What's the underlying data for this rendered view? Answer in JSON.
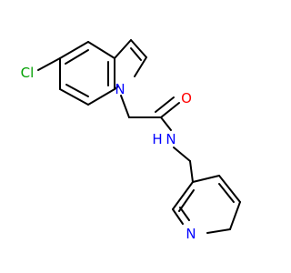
{
  "molecule": {
    "atoms": [
      {
        "id": "cl",
        "symbol": "Cl",
        "color": "#00a000"
      },
      {
        "id": "n_indole",
        "symbol": "N",
        "color": "#0000ff"
      },
      {
        "id": "o_carbonyl",
        "symbol": "O",
        "color": "#ff0000"
      },
      {
        "id": "n_amide",
        "symbol": "N",
        "color": "#0000ff"
      },
      {
        "id": "h_amide",
        "symbol": "H",
        "color": "#0000ff"
      },
      {
        "id": "n_pyridine",
        "symbol": "N",
        "color": "#0000ff"
      }
    ],
    "bond_color": "#000000"
  }
}
